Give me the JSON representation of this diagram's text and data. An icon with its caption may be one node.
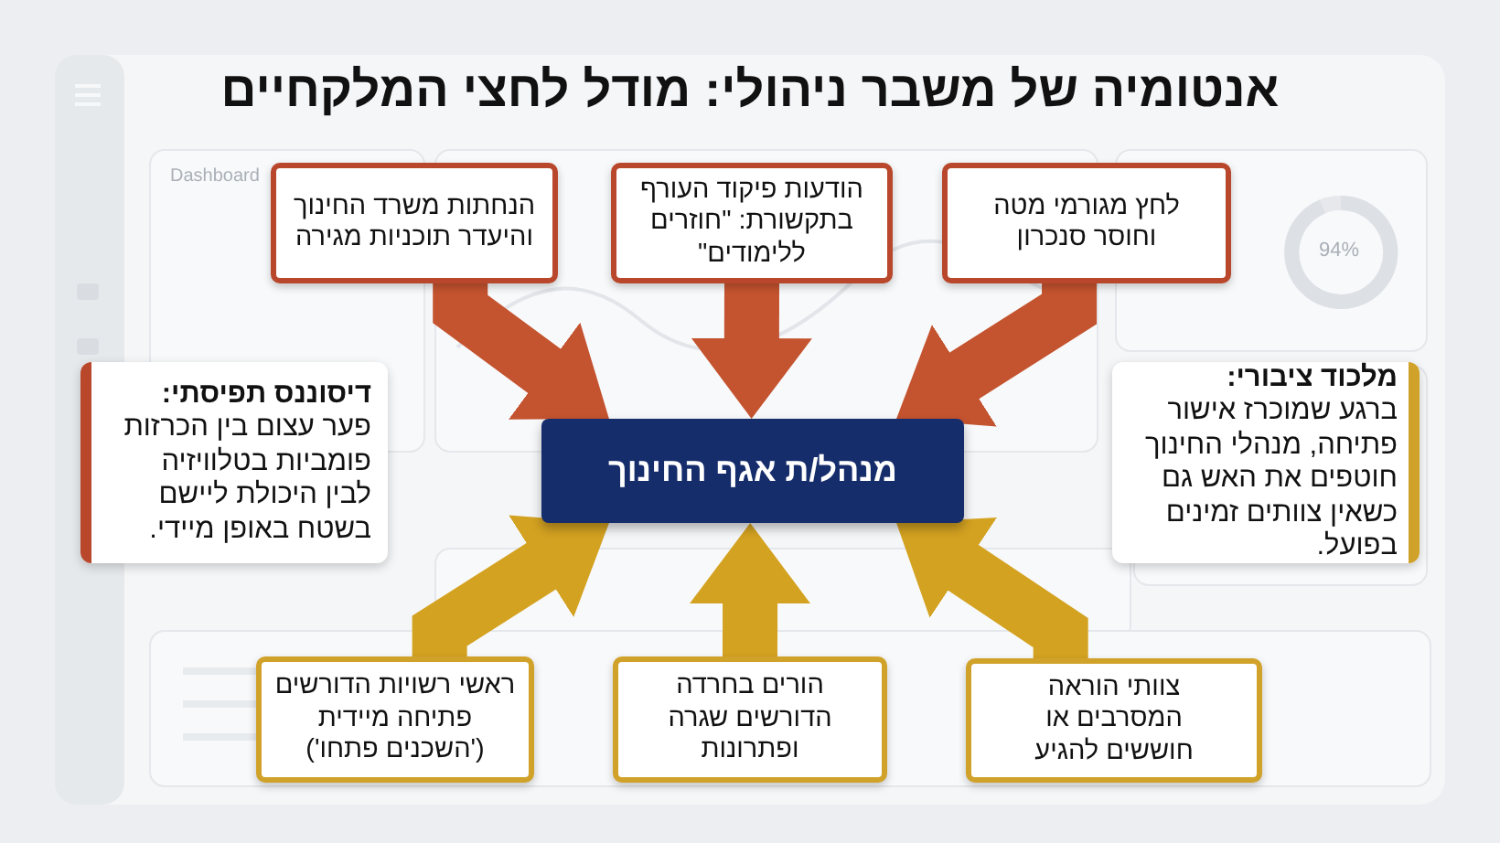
{
  "diagram": {
    "title": "אנטומיה של משבר ניהולי: מודל לחצי המלקחיים",
    "nodes": [
      {
        "text": [
          "לחץ מגורמי מטה וחוסר סנכרון"
        ]
      },
      {
        "text": [
          "הודעות פיקוד העורף בתקשורת: \"חוזרים ללימודים\""
        ]
      },
      {
        "text": [
          "הנחתות משרד החינוך והיעדר תוכניות מגירה"
        ]
      },
      {
        "text": [
          "מלכוד ציבורי:",
          "ברגע שמוכרז אישור פתיחה, מנהלי החינוך חוטפים את האש גם כשאין צוותים זמינים בפועל."
        ]
      },
      {
        "text": [
          "מנהל/ת אגף החינוך"
        ]
      },
      {
        "text": [
          "דיסוננס תפיסתי:",
          "פער עצום בין הכרזות פומביות בטלוויזיה לבין היכולת ליישם בשטח באופן מיידי."
        ]
      },
      {
        "text": [
          "צוותי הוראה המסרבים או חוששים להגיע"
        ]
      },
      {
        "text": [
          "הורים בחרדה הדורשים שגרה ופתרונות"
        ]
      },
      {
        "text": [
          "ראשי רשויות הדורשים פתיחה מיידית ('השכנים פתחו')"
        ]
      }
    ],
    "edges": [
      {
        "from": 0,
        "to": 4,
        "arrow": "to",
        "color": "#c4532f"
      },
      {
        "from": 1,
        "to": 4,
        "arrow": "to",
        "color": "#c4532f"
      },
      {
        "from": 2,
        "to": 4,
        "arrow": "to",
        "color": "#c4532f"
      },
      {
        "from": 6,
        "to": 4,
        "arrow": "to",
        "color": "#d4a221"
      },
      {
        "from": 7,
        "to": 4,
        "arrow": "to",
        "color": "#d4a221"
      },
      {
        "from": 8,
        "to": 4,
        "arrow": "to",
        "color": "#d4a221"
      }
    ],
    "labels": [
      "Dashboard",
      "94%"
    ]
  }
}
